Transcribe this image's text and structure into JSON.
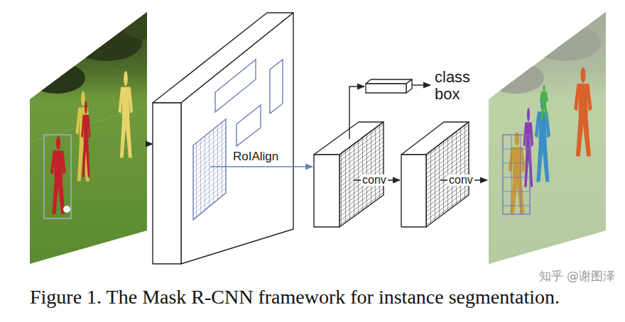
{
  "diagram": {
    "caption": "Figure 1. The Mask R-CNN framework for instance segmentation.",
    "labels": [
      "class box",
      "RoIAlign",
      "conv",
      "conv",
      "知乎 @谢图泽"
    ]
  }
}
